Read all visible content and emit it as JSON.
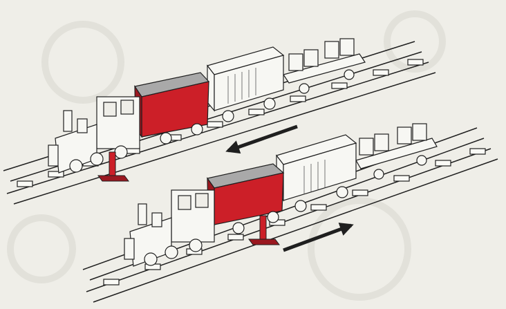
{
  "illustration": {
    "background_color": "#efeee8",
    "accent_color": "#cc1f28",
    "ink_color": "#1f1f1f",
    "trains": [
      {
        "name": "upper-train",
        "direction": "left",
        "cars": [
          "steam-locomotive",
          "red-boxcar",
          "white-boxcar",
          "flatcar-with-barrels"
        ]
      },
      {
        "name": "lower-train",
        "direction": "right",
        "cars": [
          "steam-locomotive",
          "red-boxcar",
          "white-boxcar",
          "flatcar-with-barrels"
        ]
      }
    ],
    "arrows": [
      {
        "name": "arrow-left",
        "icon": "arrow-left-icon"
      },
      {
        "name": "arrow-right",
        "icon": "arrow-right-icon"
      }
    ],
    "track_switches": [
      {
        "name": "upper-switch-lever",
        "icon": "red-lever-icon"
      },
      {
        "name": "lower-switch-lever",
        "icon": "red-lever-icon"
      }
    ]
  }
}
